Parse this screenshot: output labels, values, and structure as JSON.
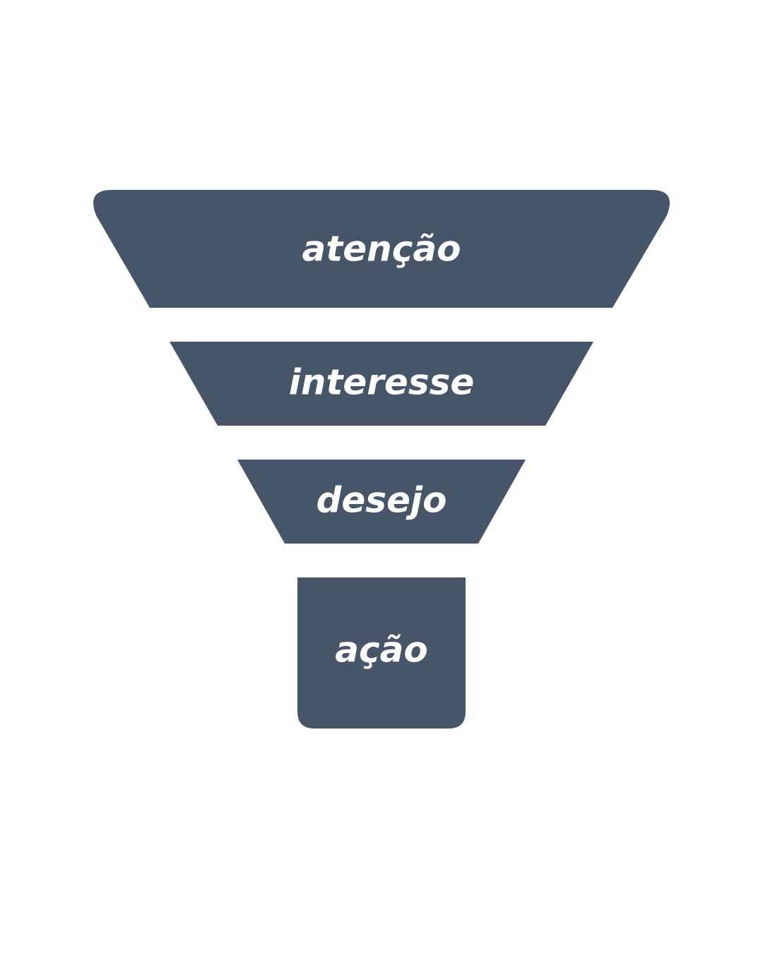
{
  "colors": {
    "background": "#ffffff",
    "stage_fill": "#475569",
    "label_text": "#ffffff"
  },
  "funnel": {
    "stages": [
      {
        "label": "atenção"
      },
      {
        "label": "interesse"
      },
      {
        "label": "desejo"
      },
      {
        "label": "ação"
      }
    ]
  }
}
